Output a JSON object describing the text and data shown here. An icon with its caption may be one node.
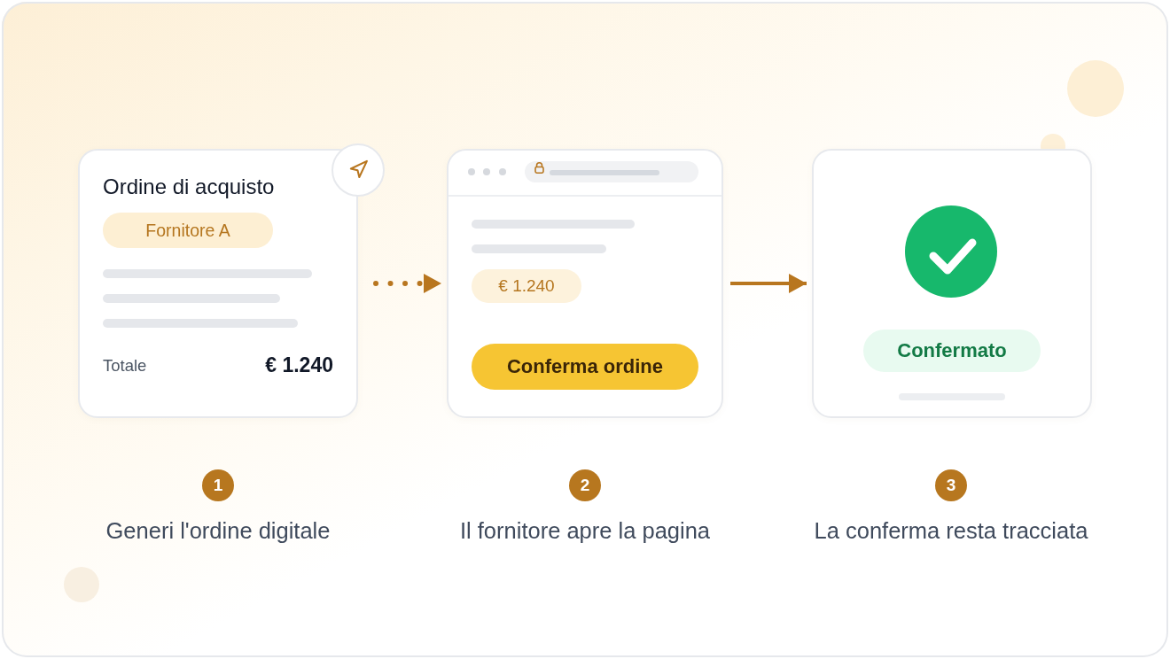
{
  "diagram": {
    "nodes": [
      {
        "text": [
          "Ordine di acquisto",
          "Totale",
          "€ 1.240"
        ]
      },
      {
        "text": [
          "Fornitore A"
        ],
        "in": 0
      },
      {
        "text": [],
        "shape": "box"
      },
      {
        "text": [
          "€ 1.240"
        ],
        "in": 2
      },
      {
        "text": [
          "Conferma ordine"
        ],
        "in": 2
      },
      {
        "text": [],
        "shape": "box"
      },
      {
        "text": [
          "Confermato"
        ],
        "in": 5
      },
      {
        "text": [
          "1"
        ],
        "beside": [
          "Generi l'ordine digitale"
        ]
      },
      {
        "text": [
          "2"
        ],
        "beside": [
          "Il fornitore apre la pagina"
        ]
      },
      {
        "text": [
          "3"
        ],
        "beside": [
          "La conferma resta tracciata"
        ]
      }
    ],
    "edges": [
      {
        "from": 0,
        "to": 2,
        "arrow": "to",
        "style": "dashed"
      },
      {
        "from": 2,
        "to": 5,
        "arrow": "to"
      }
    ]
  }
}
